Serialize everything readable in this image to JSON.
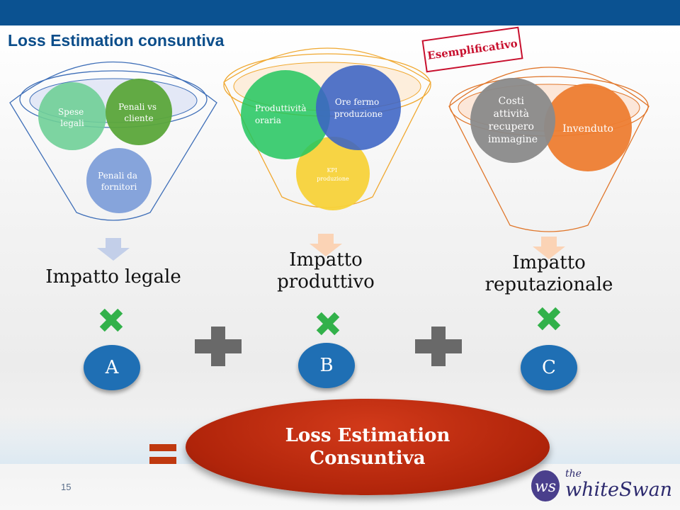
{
  "title": "Loss Estimation consuntiva",
  "stamp": "Esemplificativo",
  "funnels": [
    {
      "circles": [
        "Spese legali",
        "Penali vs cliente",
        "Penali da fornitori"
      ],
      "impact": "Impatto legale",
      "letter": "A"
    },
    {
      "circles": [
        "Produttività oraria",
        "Ore fermo produzione",
        "KPI produzione"
      ],
      "impact_lines": [
        "Impatto",
        "produttivo"
      ],
      "letter": "B"
    },
    {
      "circles": [
        "Costi attività recupero immagine",
        "Invenduto"
      ],
      "impact_lines": [
        "Impatto",
        "reputazionale"
      ],
      "letter": "C"
    }
  ],
  "result_lines": [
    "Loss Estimation",
    "Consuntiva"
  ],
  "page_number": "15",
  "logo": {
    "initials": "ws",
    "small": "the",
    "big": "whiteSwan"
  },
  "colors": {
    "top_bar": "#0b5291",
    "title": "#0b4d8a",
    "green_light": "#6fcf97",
    "green_dark": "#5ba63a",
    "blue_soft": "#7f9fd9",
    "green_bright": "#22c55e",
    "blue_strong": "#3b63c4",
    "yellow": "#f7d23a",
    "gray": "#8a8a8a",
    "orange": "#ed7d31",
    "arrow_1": "#c3cfe9",
    "arrow_2": "#fbd3b5",
    "multiply": "#32b14a",
    "plus": "#696969",
    "equals": "#c0390f",
    "circle_button": "#1f6fb4",
    "result": "#b0240a"
  },
  "icons": [
    "arrow-down-icon",
    "multiply-icon",
    "plus-icon",
    "equals-icon",
    "whiteswan-logo"
  ]
}
